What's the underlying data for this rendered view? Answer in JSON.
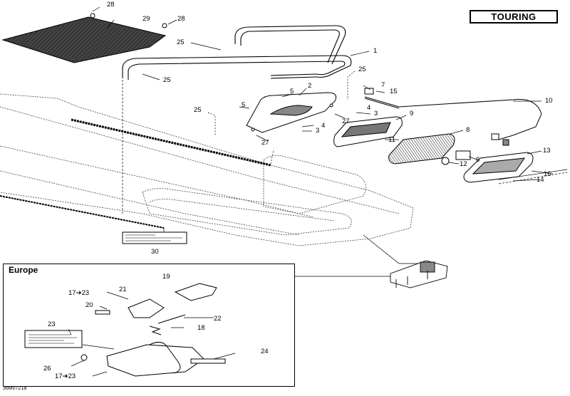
{
  "badge": "TOURING",
  "inset_title": "Europe",
  "doc_code": "36M0721a",
  "callouts": [
    {
      "id": "c28a",
      "text": "28"
    },
    {
      "id": "c29",
      "text": "29"
    },
    {
      "id": "c28b",
      "text": "28"
    },
    {
      "id": "c25a",
      "text": "25"
    },
    {
      "id": "c1",
      "text": "1"
    },
    {
      "id": "c25b",
      "text": "25"
    },
    {
      "id": "c25c",
      "text": "25"
    },
    {
      "id": "c7",
      "text": "7"
    },
    {
      "id": "c2",
      "text": "2"
    },
    {
      "id": "c15",
      "text": "15"
    },
    {
      "id": "c5a",
      "text": "5"
    },
    {
      "id": "c5b",
      "text": "5"
    },
    {
      "id": "c3a",
      "text": "3"
    },
    {
      "id": "c10",
      "text": "10"
    },
    {
      "id": "c25d",
      "text": "25"
    },
    {
      "id": "c4a",
      "text": "4"
    },
    {
      "id": "c9",
      "text": "9"
    },
    {
      "id": "c27a",
      "text": "27"
    },
    {
      "id": "c4b",
      "text": "4"
    },
    {
      "id": "c3b",
      "text": "3"
    },
    {
      "id": "c8",
      "text": "8"
    },
    {
      "id": "c27b",
      "text": "27"
    },
    {
      "id": "c11",
      "text": "11"
    },
    {
      "id": "c13",
      "text": "13"
    },
    {
      "id": "c6",
      "text": "6"
    },
    {
      "id": "c12",
      "text": "12"
    },
    {
      "id": "c16",
      "text": "16"
    },
    {
      "id": "c14",
      "text": "14"
    },
    {
      "id": "c30",
      "text": "30"
    },
    {
      "id": "c19",
      "text": "19"
    },
    {
      "id": "c17a",
      "text": "17➔23"
    },
    {
      "id": "c21",
      "text": "21"
    },
    {
      "id": "c20",
      "text": "20"
    },
    {
      "id": "c22",
      "text": "22"
    },
    {
      "id": "c18",
      "text": "18"
    },
    {
      "id": "c23",
      "text": "23"
    },
    {
      "id": "c24",
      "text": "24"
    },
    {
      "id": "c26",
      "text": "26"
    },
    {
      "id": "c17b",
      "text": "17➔23"
    }
  ]
}
